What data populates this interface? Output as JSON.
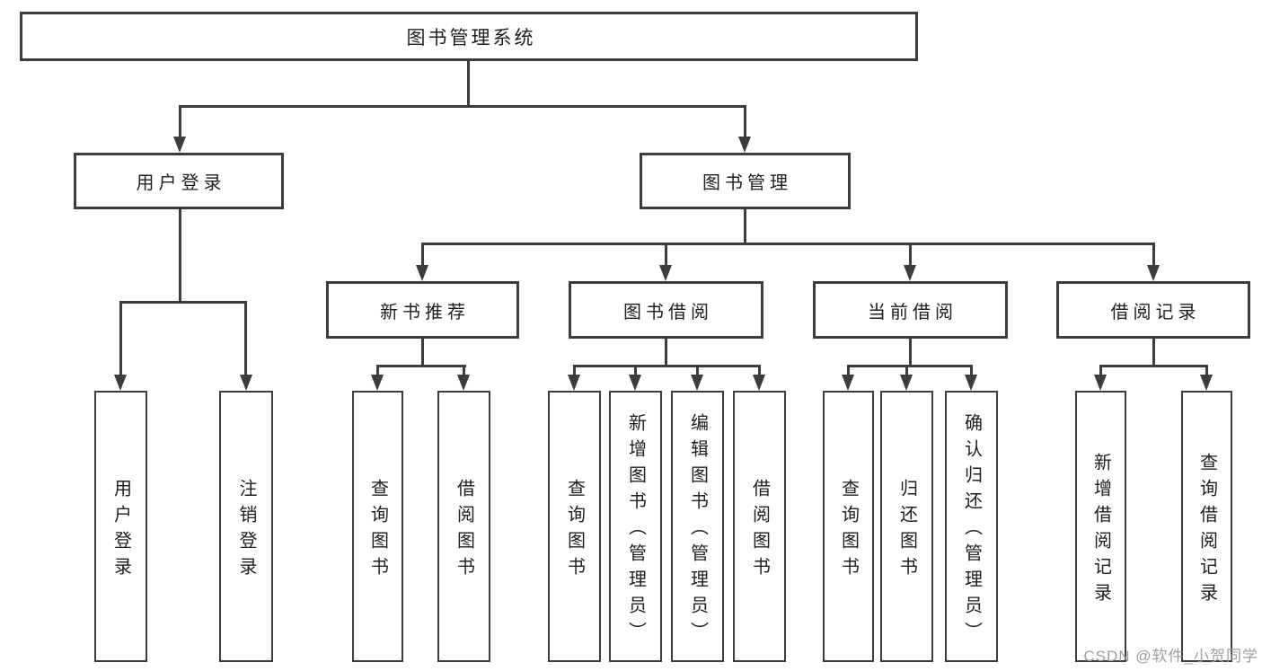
{
  "diagram": {
    "title": "图书管理系统",
    "user_login": {
      "label": "用户登录",
      "children": [
        "用户登录",
        "注销登录"
      ]
    },
    "book_mgmt": {
      "label": "图书管理",
      "groups": [
        {
          "label": "新书推荐",
          "children": [
            "查询图书",
            "借阅图书"
          ]
        },
        {
          "label": "图书借阅",
          "children": [
            "查询图书",
            "新增图书（管理员）",
            "编辑图书（管理员）",
            "借阅图书"
          ]
        },
        {
          "label": "当前借阅",
          "children": [
            "查询图书",
            "归还图书",
            "确认归还（管理员）"
          ]
        },
        {
          "label": "借阅记录",
          "children": [
            "新增借阅记录",
            "查询借阅记录"
          ]
        }
      ]
    }
  },
  "watermark": {
    "text": "CSDN @软件_小贺同学"
  },
  "colors": {
    "line": "#3c3c3c",
    "text": "#1e1e1e",
    "box_fill": "#ffffff",
    "background": "#ffffff",
    "watermark": "#9e9e9e"
  }
}
